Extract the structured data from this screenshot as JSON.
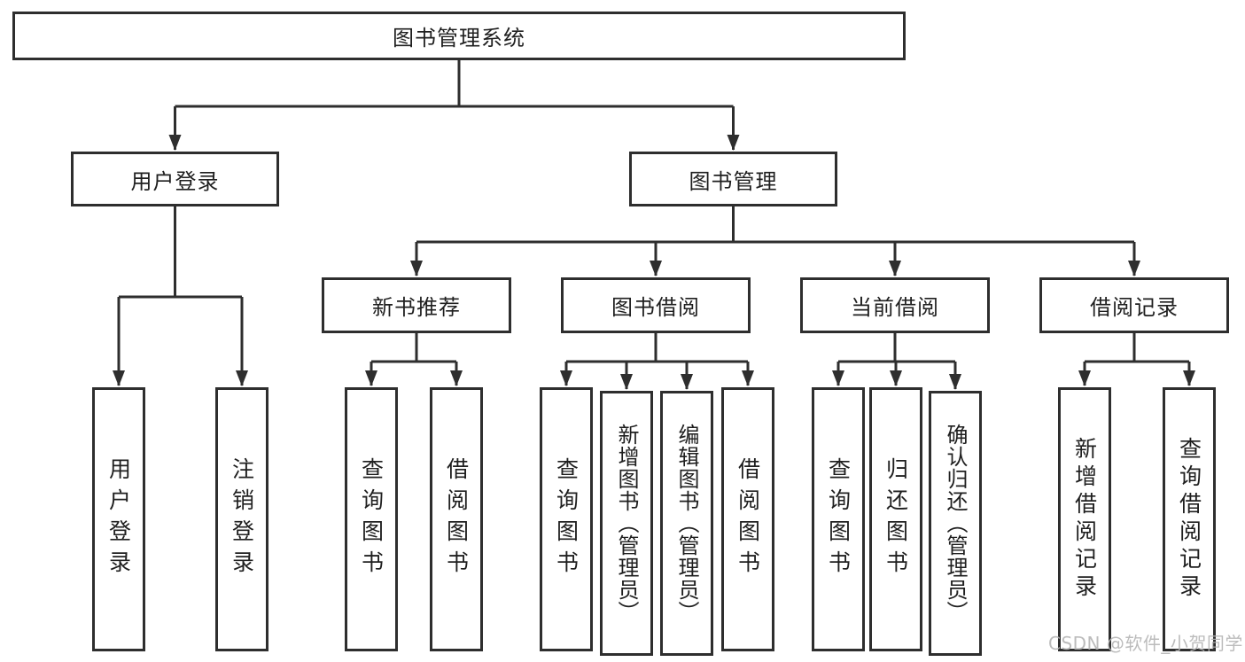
{
  "diagram": {
    "type": "hierarchy-tree",
    "title": "图书管理系统",
    "colors": {
      "background": "#ffffff",
      "line": "#2e2e2e",
      "box_border": "#2e2e2e",
      "text": "#1f1f1f",
      "watermark_text": "#b5b5b5"
    },
    "nodes": {
      "root": {
        "label": "图书管理系统"
      },
      "user_login": {
        "label": "用户登录"
      },
      "book_mgmt": {
        "label": "图书管理"
      },
      "new_book_rec": {
        "label": "新书推荐"
      },
      "book_borrow": {
        "label": "图书借阅"
      },
      "current_borrow": {
        "label": "当前借阅"
      },
      "borrow_records": {
        "label": "借阅记录"
      },
      "leaf_user_login": {
        "label": "用户登录"
      },
      "leaf_logout": {
        "label": "注销登录"
      },
      "leaf_query_book_1": {
        "label": "查询图书"
      },
      "leaf_borrow_book_1": {
        "label": "借阅图书"
      },
      "leaf_query_book_2": {
        "label": "查询图书"
      },
      "leaf_add_book": {
        "label": "新增图书（管理员）"
      },
      "leaf_edit_book": {
        "label": "编辑图书（管理员）"
      },
      "leaf_borrow_book_2": {
        "label": "借阅图书"
      },
      "leaf_query_book_3": {
        "label": "查询图书"
      },
      "leaf_return_book": {
        "label": "归还图书"
      },
      "leaf_confirm_return": {
        "label": "确认归还（管理员）"
      },
      "leaf_add_record": {
        "label": "新增借阅记录"
      },
      "leaf_query_record": {
        "label": "查询借阅记录"
      }
    },
    "edges": [
      [
        "root",
        "user_login"
      ],
      [
        "root",
        "book_mgmt"
      ],
      [
        "user_login",
        "leaf_user_login"
      ],
      [
        "user_login",
        "leaf_logout"
      ],
      [
        "book_mgmt",
        "new_book_rec"
      ],
      [
        "book_mgmt",
        "book_borrow"
      ],
      [
        "book_mgmt",
        "current_borrow"
      ],
      [
        "book_mgmt",
        "borrow_records"
      ],
      [
        "new_book_rec",
        "leaf_query_book_1"
      ],
      [
        "new_book_rec",
        "leaf_borrow_book_1"
      ],
      [
        "book_borrow",
        "leaf_query_book_2"
      ],
      [
        "book_borrow",
        "leaf_add_book"
      ],
      [
        "book_borrow",
        "leaf_edit_book"
      ],
      [
        "book_borrow",
        "leaf_borrow_book_2"
      ],
      [
        "current_borrow",
        "leaf_query_book_3"
      ],
      [
        "current_borrow",
        "leaf_return_book"
      ],
      [
        "current_borrow",
        "leaf_confirm_return"
      ],
      [
        "borrow_records",
        "leaf_add_record"
      ],
      [
        "borrow_records",
        "leaf_query_record"
      ]
    ],
    "watermark": "CSDN @软件_小贺同学"
  }
}
